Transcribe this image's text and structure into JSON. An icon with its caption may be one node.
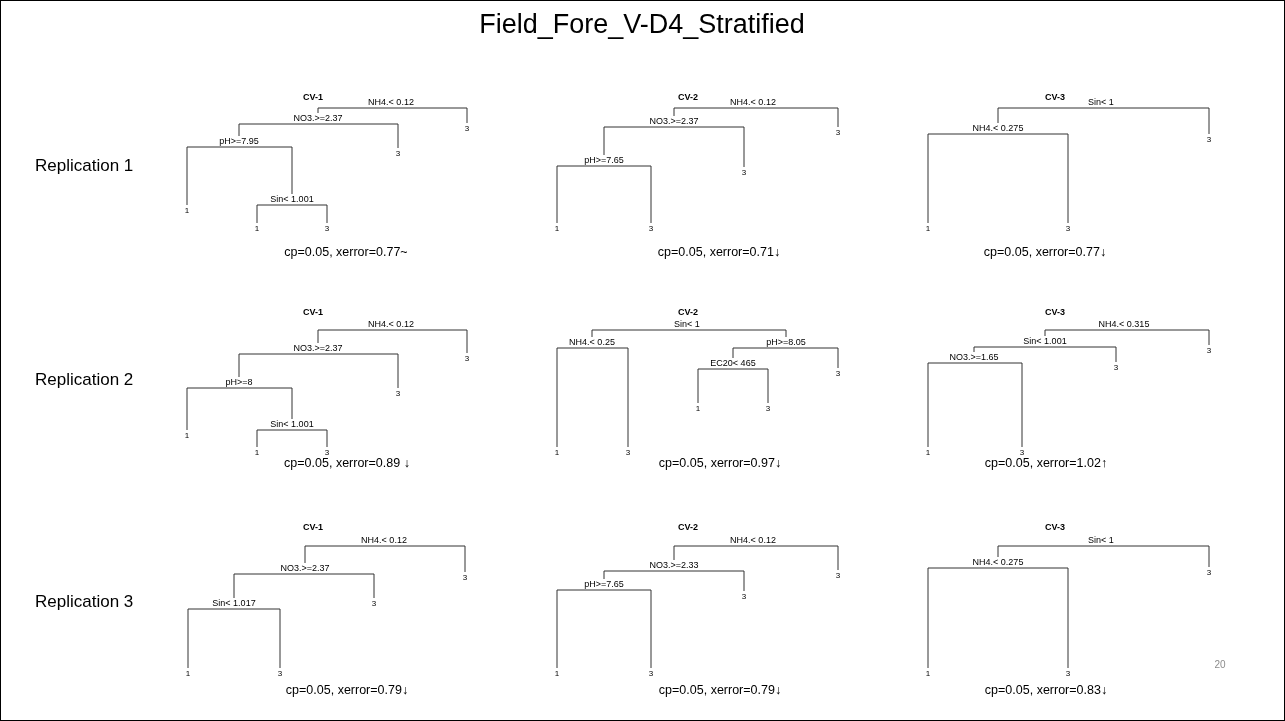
{
  "diagram": {
    "title": "Field_Fore_V-D4_Stratified",
    "nodes": [
      {
        "text": [
          "NH4.< 0.12"
        ]
      },
      {
        "text": [
          "NO3.>=2.37"
        ]
      },
      {
        "text": [
          "3"
        ]
      },
      {
        "text": [
          "pH>=7.95"
        ]
      },
      {
        "text": [
          "3"
        ]
      },
      {
        "text": [
          "1"
        ]
      },
      {
        "text": [
          "Sin< 1.001"
        ]
      },
      {
        "text": [
          "1"
        ]
      },
      {
        "text": [
          "3"
        ]
      },
      {
        "text": [
          "NH4.< 0.12"
        ]
      },
      {
        "text": [
          "NO3.>=2.37"
        ]
      },
      {
        "text": [
          "3"
        ]
      },
      {
        "text": [
          "pH>=7.65"
        ]
      },
      {
        "text": [
          "3"
        ]
      },
      {
        "text": [
          "1"
        ]
      },
      {
        "text": [
          "3"
        ]
      },
      {
        "text": [
          "Sin< 1"
        ]
      },
      {
        "text": [
          "NH4.< 0.275"
        ]
      },
      {
        "text": [
          "3"
        ]
      },
      {
        "text": [
          "1"
        ]
      },
      {
        "text": [
          "3"
        ]
      },
      {
        "text": [
          "NH4.< 0.12"
        ]
      },
      {
        "text": [
          "NO3.>=2.37"
        ]
      },
      {
        "text": [
          "3"
        ]
      },
      {
        "text": [
          "pH>=8"
        ]
      },
      {
        "text": [
          "3"
        ]
      },
      {
        "text": [
          "1"
        ]
      },
      {
        "text": [
          "Sin< 1.001"
        ]
      },
      {
        "text": [
          "1"
        ]
      },
      {
        "text": [
          "3"
        ]
      },
      {
        "text": [
          "Sin< 1"
        ]
      },
      {
        "text": [
          "NH4.< 0.25"
        ]
      },
      {
        "text": [
          "pH>=8.05"
        ]
      },
      {
        "text": [
          "EC20< 465"
        ]
      },
      {
        "text": [
          "3"
        ]
      },
      {
        "text": [
          "1"
        ]
      },
      {
        "text": [
          "3"
        ]
      },
      {
        "text": [
          "1"
        ]
      },
      {
        "text": [
          "3"
        ]
      },
      {
        "text": [
          "NH4.< 0.315"
        ]
      },
      {
        "text": [
          "Sin< 1.001"
        ]
      },
      {
        "text": [
          "3"
        ]
      },
      {
        "text": [
          "NO3.>=1.65"
        ]
      },
      {
        "text": [
          "3"
        ]
      },
      {
        "text": [
          "1"
        ]
      },
      {
        "text": [
          "3"
        ]
      },
      {
        "text": [
          "NH4.< 0.12"
        ]
      },
      {
        "text": [
          "NO3.>=2.37"
        ]
      },
      {
        "text": [
          "3"
        ]
      },
      {
        "text": [
          "Sin< 1.017"
        ]
      },
      {
        "text": [
          "3"
        ]
      },
      {
        "text": [
          "1"
        ]
      },
      {
        "text": [
          "3"
        ]
      },
      {
        "text": [
          "NH4.< 0.12"
        ]
      },
      {
        "text": [
          "NO3.>=2.33"
        ]
      },
      {
        "text": [
          "3"
        ]
      },
      {
        "text": [
          "pH>=7.65"
        ]
      },
      {
        "text": [
          "3"
        ]
      },
      {
        "text": [
          "1"
        ]
      },
      {
        "text": [
          "3"
        ]
      },
      {
        "text": [
          "Sin< 1"
        ]
      },
      {
        "text": [
          "NH4.< 0.275"
        ]
      },
      {
        "text": [
          "3"
        ]
      },
      {
        "text": [
          "1"
        ]
      },
      {
        "text": [
          "3"
        ]
      }
    ],
    "edges": [
      {
        "from": 0,
        "to": 1,
        "arrow": "none"
      },
      {
        "from": 0,
        "to": 2,
        "arrow": "none"
      },
      {
        "from": 1,
        "to": 3,
        "arrow": "none"
      },
      {
        "from": 1,
        "to": 4,
        "arrow": "none"
      },
      {
        "from": 3,
        "to": 5,
        "arrow": "none"
      },
      {
        "from": 3,
        "to": 6,
        "arrow": "none"
      },
      {
        "from": 6,
        "to": 7,
        "arrow": "none"
      },
      {
        "from": 6,
        "to": 8,
        "arrow": "none"
      },
      {
        "from": 9,
        "to": 10,
        "arrow": "none"
      },
      {
        "from": 9,
        "to": 11,
        "arrow": "none"
      },
      {
        "from": 10,
        "to": 12,
        "arrow": "none"
      },
      {
        "from": 10,
        "to": 13,
        "arrow": "none"
      },
      {
        "from": 12,
        "to": 14,
        "arrow": "none"
      },
      {
        "from": 12,
        "to": 15,
        "arrow": "none"
      },
      {
        "from": 16,
        "to": 17,
        "arrow": "none"
      },
      {
        "from": 16,
        "to": 18,
        "arrow": "none"
      },
      {
        "from": 17,
        "to": 19,
        "arrow": "none"
      },
      {
        "from": 17,
        "to": 20,
        "arrow": "none"
      },
      {
        "from": 21,
        "to": 22,
        "arrow": "none"
      },
      {
        "from": 21,
        "to": 23,
        "arrow": "none"
      },
      {
        "from": 22,
        "to": 24,
        "arrow": "none"
      },
      {
        "from": 22,
        "to": 25,
        "arrow": "none"
      },
      {
        "from": 24,
        "to": 26,
        "arrow": "none"
      },
      {
        "from": 24,
        "to": 27,
        "arrow": "none"
      },
      {
        "from": 27,
        "to": 28,
        "arrow": "none"
      },
      {
        "from": 27,
        "to": 29,
        "arrow": "none"
      },
      {
        "from": 30,
        "to": 31,
        "arrow": "none"
      },
      {
        "from": 30,
        "to": 32,
        "arrow": "none"
      },
      {
        "from": 31,
        "to": 37,
        "arrow": "none"
      },
      {
        "from": 31,
        "to": 38,
        "arrow": "none"
      },
      {
        "from": 32,
        "to": 33,
        "arrow": "none"
      },
      {
        "from": 32,
        "to": 34,
        "arrow": "none"
      },
      {
        "from": 33,
        "to": 35,
        "arrow": "none"
      },
      {
        "from": 33,
        "to": 36,
        "arrow": "none"
      },
      {
        "from": 39,
        "to": 40,
        "arrow": "none"
      },
      {
        "from": 39,
        "to": 41,
        "arrow": "none"
      },
      {
        "from": 40,
        "to": 42,
        "arrow": "none"
      },
      {
        "from": 40,
        "to": 43,
        "arrow": "none"
      },
      {
        "from": 42,
        "to": 44,
        "arrow": "none"
      },
      {
        "from": 42,
        "to": 45,
        "arrow": "none"
      },
      {
        "from": 46,
        "to": 47,
        "arrow": "none"
      },
      {
        "from": 46,
        "to": 48,
        "arrow": "none"
      },
      {
        "from": 47,
        "to": 49,
        "arrow": "none"
      },
      {
        "from": 47,
        "to": 50,
        "arrow": "none"
      },
      {
        "from": 49,
        "to": 51,
        "arrow": "none"
      },
      {
        "from": 49,
        "to": 52,
        "arrow": "none"
      },
      {
        "from": 53,
        "to": 54,
        "arrow": "none"
      },
      {
        "from": 53,
        "to": 55,
        "arrow": "none"
      },
      {
        "from": 54,
        "to": 56,
        "arrow": "none"
      },
      {
        "from": 54,
        "to": 57,
        "arrow": "none"
      },
      {
        "from": 56,
        "to": 58,
        "arrow": "none"
      },
      {
        "from": 56,
        "to": 59,
        "arrow": "none"
      },
      {
        "from": 60,
        "to": 61,
        "arrow": "none"
      },
      {
        "from": 60,
        "to": 62,
        "arrow": "none"
      },
      {
        "from": 61,
        "to": 63,
        "arrow": "none"
      },
      {
        "from": 61,
        "to": 64,
        "arrow": "none"
      }
    ],
    "labels": [
      "CV-1",
      "CV-2",
      "CV-3",
      "Replication 1",
      "cp=0.05, xerror=0.77~",
      "cp=0.05, xerror=0.71↓",
      "cp=0.05, xerror=0.77↓",
      "CV-1",
      "CV-2",
      "CV-3",
      "Replication 2",
      "cp=0.05, xerror=0.89 ↓",
      "cp=0.05, xerror=0.97↓",
      "cp=0.05, xerror=1.02↑",
      "CV-1",
      "CV-2",
      "CV-3",
      "Replication 3",
      "20",
      "cp=0.05, xerror=0.79↓",
      "cp=0.05, xerror=0.79↓",
      "cp=0.05, xerror=0.83↓"
    ]
  }
}
